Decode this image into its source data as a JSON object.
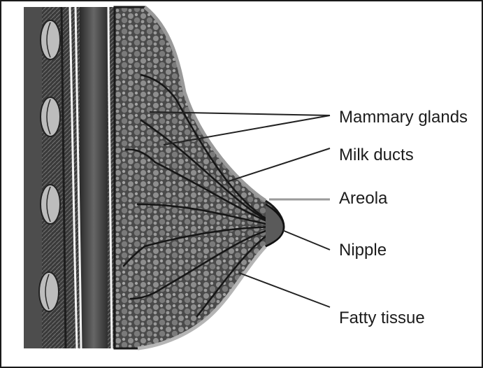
{
  "labels": {
    "mammary_glands": "Mammary glands",
    "milk_ducts": "Milk ducts",
    "areola": "Areola",
    "nipple": "Nipple",
    "fatty_tissue": "Fatty tissue"
  }
}
